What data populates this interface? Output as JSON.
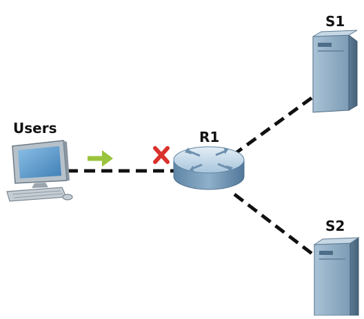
{
  "nodes": {
    "users": {
      "label": "Users",
      "icon": "pc-icon"
    },
    "router": {
      "label": "R1",
      "icon": "router-icon"
    },
    "server1": {
      "label": "S1",
      "icon": "server-icon"
    },
    "server2": {
      "label": "S2",
      "icon": "server-icon"
    }
  },
  "links": [
    {
      "from": "users",
      "to": "router",
      "style": "dashed"
    },
    {
      "from": "router",
      "to": "server1",
      "style": "dashed"
    },
    {
      "from": "router",
      "to": "server2",
      "style": "dashed"
    }
  ],
  "markers": {
    "traffic": {
      "icon": "right-arrow-icon",
      "color": "#9ac43c"
    },
    "failure": {
      "icon": "x-mark-icon",
      "color": "#d9312b"
    }
  },
  "colors": {
    "link": "#111111",
    "server_front": "#8aa8c0",
    "server_side": "#5a7891",
    "router_top": "#c6dcec",
    "router_side": "#6f93b2",
    "pc_body": "#c9d1d8",
    "pc_screen": "#5a93c4"
  }
}
